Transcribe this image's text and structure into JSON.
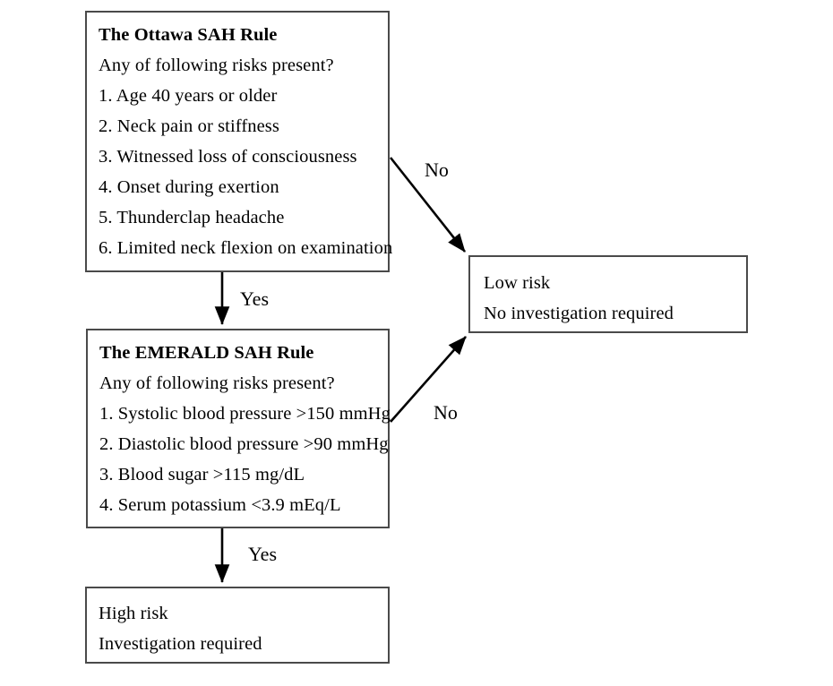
{
  "diagram": {
    "title": "SAH clinical decision rule flowchart",
    "stroke_color": "#4a4a4a",
    "arrow_color": "#000000",
    "background": "#ffffff"
  },
  "nodes": {
    "ottawa": {
      "heading": "The Ottawa SAH Rule",
      "question": "Any of following risks present?",
      "items": [
        "1. Age 40 years or older",
        "2. Neck pain or stiffness",
        "3. Witnessed loss of consciousness",
        "4. Onset during exertion",
        "5. Thunderclap headache",
        "6. Limited neck flexion on examination"
      ]
    },
    "emerald": {
      "heading": "The EMERALD SAH Rule",
      "question": "Any of following risks present?",
      "items": [
        "1. Systolic blood pressure >150 mmHg",
        "2. Diastolic blood pressure >90 mmHg",
        "3. Blood sugar >115 mg/dL",
        "4. Serum potassium <3.9 mEq/L"
      ]
    },
    "low_risk": {
      "heading": "Low risk",
      "detail": "No investigation required"
    },
    "high_risk": {
      "heading": "High risk",
      "detail": "Investigation required"
    }
  },
  "edges": [
    {
      "id": "ottawa-no",
      "label": "No",
      "from": "ottawa",
      "to": "low_risk"
    },
    {
      "id": "ottawa-yes",
      "label": "Yes",
      "from": "ottawa",
      "to": "emerald"
    },
    {
      "id": "emerald-no",
      "label": "No",
      "from": "emerald",
      "to": "low_risk"
    },
    {
      "id": "emerald-yes",
      "label": "Yes",
      "from": "emerald",
      "to": "high_risk"
    }
  ]
}
